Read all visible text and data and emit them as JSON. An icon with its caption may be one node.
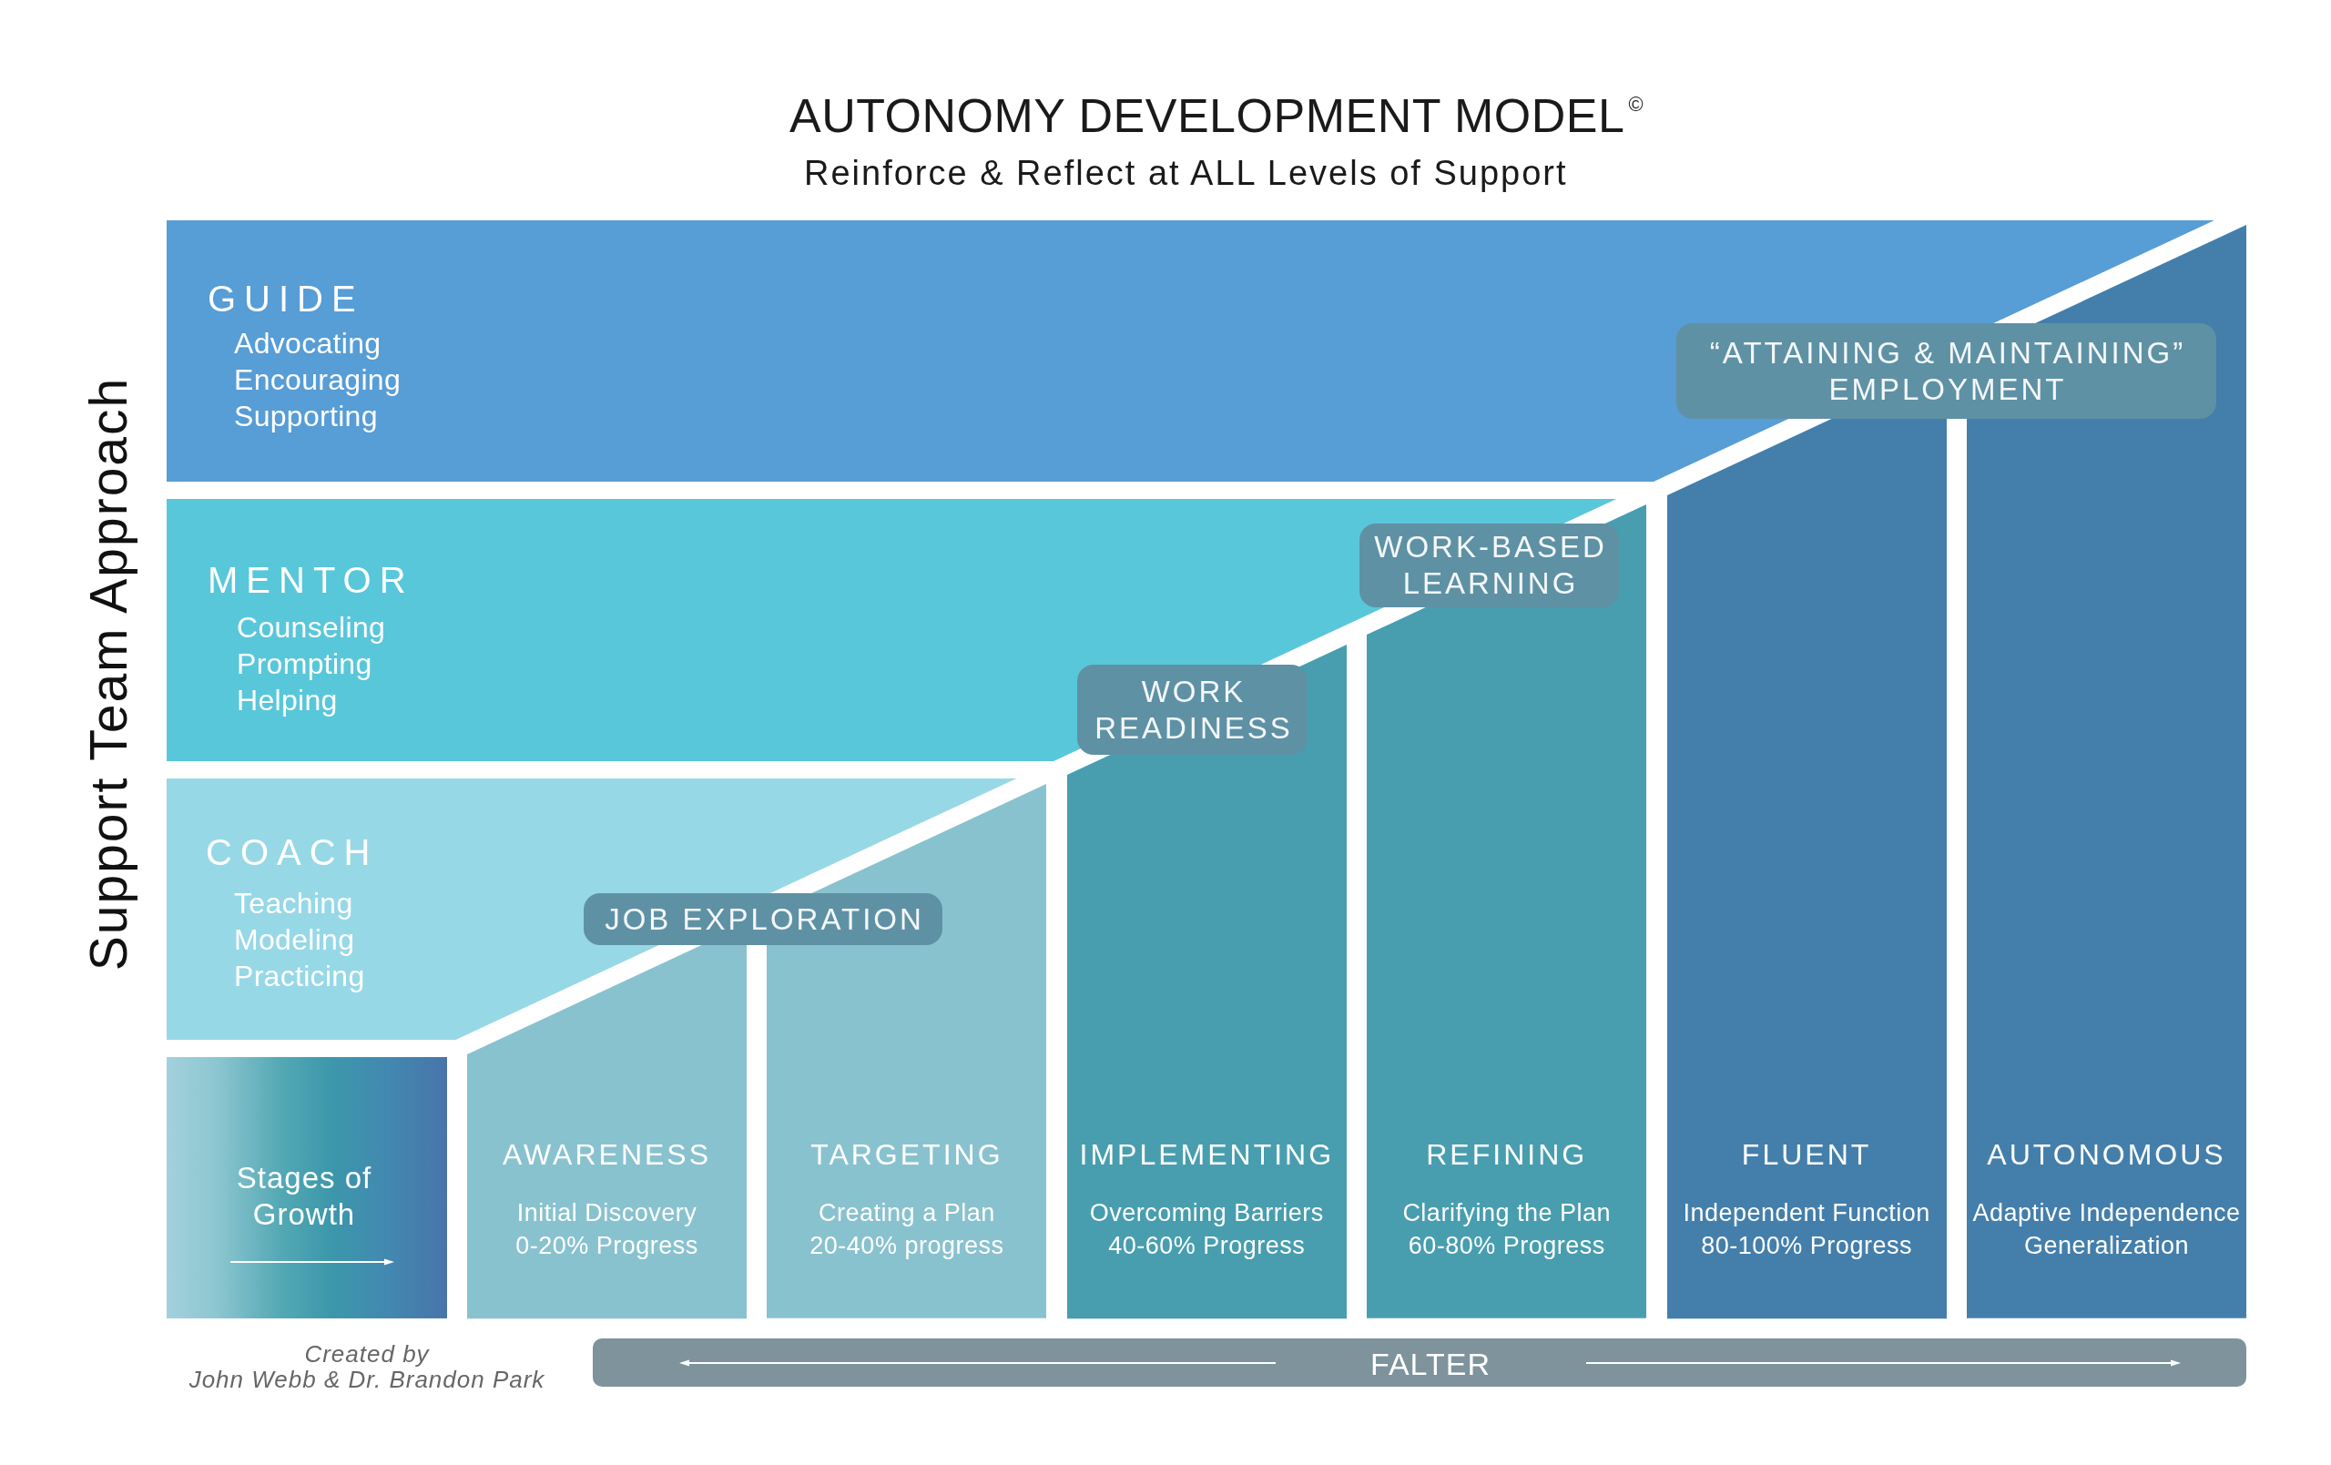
{
  "diagram": {
    "title": "AUTONOMY DEVELOPMENT MODEL$^{©}$",
    "nodes": [
      {
        "text": [
          "GUIDE",
          "Advocating Encouraging Supporting"
        ]
      },
      {
        "text": [
          "MENTOR",
          "Counseling Prompting Helping"
        ]
      },
      {
        "text": [
          "COACH",
          "Teaching Modeling Practicing"
        ]
      },
      {
        "text": [
          "JOB EXPLORATION"
        ]
      },
      {
        "text": [
          "WORK READINESS"
        ]
      },
      {
        "text": [
          "WORK-BASED LEARNING"
        ]
      },
      {
        "text": [
          "“ATTAINING & MAINTAINING” EMPLOYMENT"
        ]
      },
      {
        "text": [
          "Stages of Growth"
        ]
      },
      {
        "text": [
          "AWARENESS",
          "Initial Discovery",
          "0-20% Progress"
        ]
      },
      {
        "text": [
          "TARGETING",
          "Creating a Plan",
          "20-40% progress"
        ]
      },
      {
        "text": [
          "IMPLEMENTING",
          "Overcoming Barriers",
          "40-60% Progress"
        ]
      },
      {
        "text": [
          "REFINING",
          "Clarifying the Plan",
          "60-80% Progress"
        ]
      },
      {
        "text": [
          "FLUENT",
          "Independent Function",
          "80-100% Progress"
        ]
      },
      {
        "text": [
          "AUTONOMOUS",
          "Adaptive Independence",
          "Generalization"
        ]
      },
      {
        "text": [
          "FALTER"
        ]
      }
    ],
    "labels": [
      "Reinforce & Reflect at ALL Levels of Support",
      "Support Team Approach",
      "Created by",
      "John Webb & Dr. Brandon Park"
    ]
  }
}
